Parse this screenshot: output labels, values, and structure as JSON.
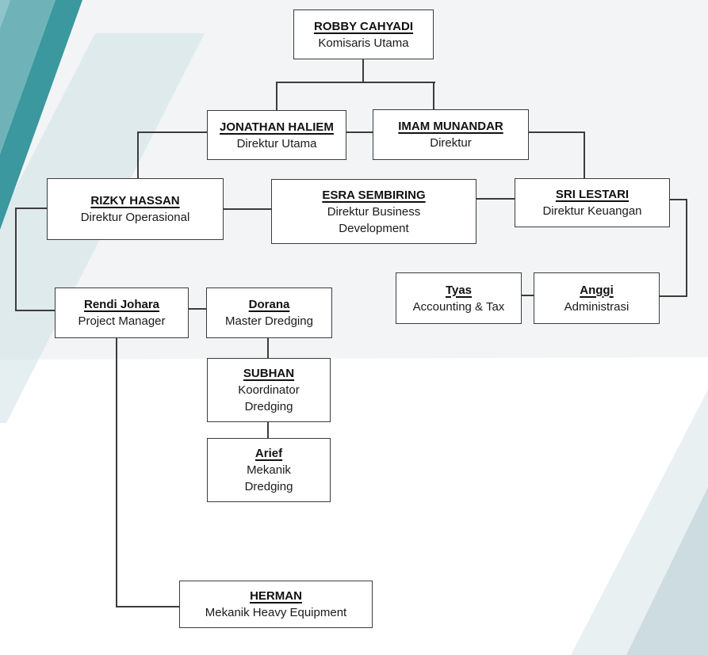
{
  "diagram": {
    "type": "org-chart",
    "nodes": {
      "robby": {
        "name": "ROBBY CAHYADI",
        "role": "Komisaris Utama"
      },
      "jonathan": {
        "name": "JONATHAN HALIEM",
        "role": "Direktur Utama"
      },
      "imam": {
        "name": "IMAM MUNANDAR",
        "role": "Direktur"
      },
      "rizky": {
        "name": "RIZKY HASSAN",
        "role": "Direktur Operasional"
      },
      "esra": {
        "name": "ESRA SEMBIRING",
        "role": "Direktur Business\nDevelopment"
      },
      "sri": {
        "name": "SRI LESTARI",
        "role": "Direktur Keuangan"
      },
      "tyas": {
        "name": "Tyas",
        "role": "Accounting & Tax"
      },
      "anggi": {
        "name": "Anggi",
        "role": "Administrasi"
      },
      "rendi": {
        "name": "Rendi Johara",
        "role": "Project Manager"
      },
      "dorana": {
        "name": "Dorana",
        "role": "Master Dredging"
      },
      "subhan": {
        "name": "SUBHAN",
        "role": "Koordinator\nDredging"
      },
      "arief": {
        "name": "Arief",
        "role": "Mekanik\nDredging"
      },
      "herman": {
        "name": "HERMAN",
        "role": "Mekanik Heavy Equipment"
      }
    },
    "colors": {
      "line": "#3c3c3c",
      "box_background": "#ffffff",
      "band_gray": "#f3f4f5",
      "wash_blue": "#e4edee",
      "teal_light": "#8fc4c8",
      "teal_medium": "#6fb3b9",
      "teal_dark": "#3a989e",
      "corner_light": "#e9f0f1",
      "corner_medium": "#ccdce0"
    }
  }
}
